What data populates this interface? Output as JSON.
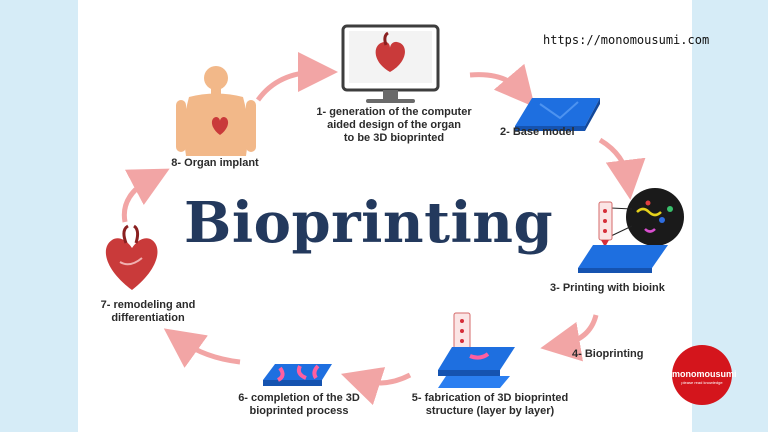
{
  "watermark": {
    "url": "https://monomousumi.com"
  },
  "title": "Bioprinting",
  "steps": [
    {
      "id": 1,
      "label": "1- generation of the computer\naided design of the organ\nto be 3D bioprinted",
      "icon": "monitor-heart-icon"
    },
    {
      "id": 2,
      "label": "2- Base model",
      "icon": "base-model-icon"
    },
    {
      "id": 3,
      "label": "3- Printing with bioink",
      "icon": "bioink-printer-icon"
    },
    {
      "id": 4,
      "label": "4- Bioprinting",
      "icon": "bioprinting-icon"
    },
    {
      "id": 5,
      "label": "5- fabrication of 3D bioprinted\nstructure (layer by layer)",
      "icon": "layer-fabrication-icon"
    },
    {
      "id": 6,
      "label": "6- completion of the 3D\nbioprinted process",
      "icon": "completed-model-icon"
    },
    {
      "id": 7,
      "label": "7- remodeling and\ndifferentiation",
      "icon": "heart-icon"
    },
    {
      "id": 8,
      "label": "8- Organ implant",
      "icon": "human-torso-icon"
    }
  ],
  "logo": {
    "brand": "monomousumi",
    "tagline": "please read knowledge"
  },
  "colors": {
    "background": "#d6ecf7",
    "panel": "#ffffff",
    "title": "#23395d",
    "arrow": "#f2a5a5",
    "model_blue": "#1e6fe0",
    "model_pink": "#ff5fa0",
    "logo_red": "#d4151c"
  }
}
